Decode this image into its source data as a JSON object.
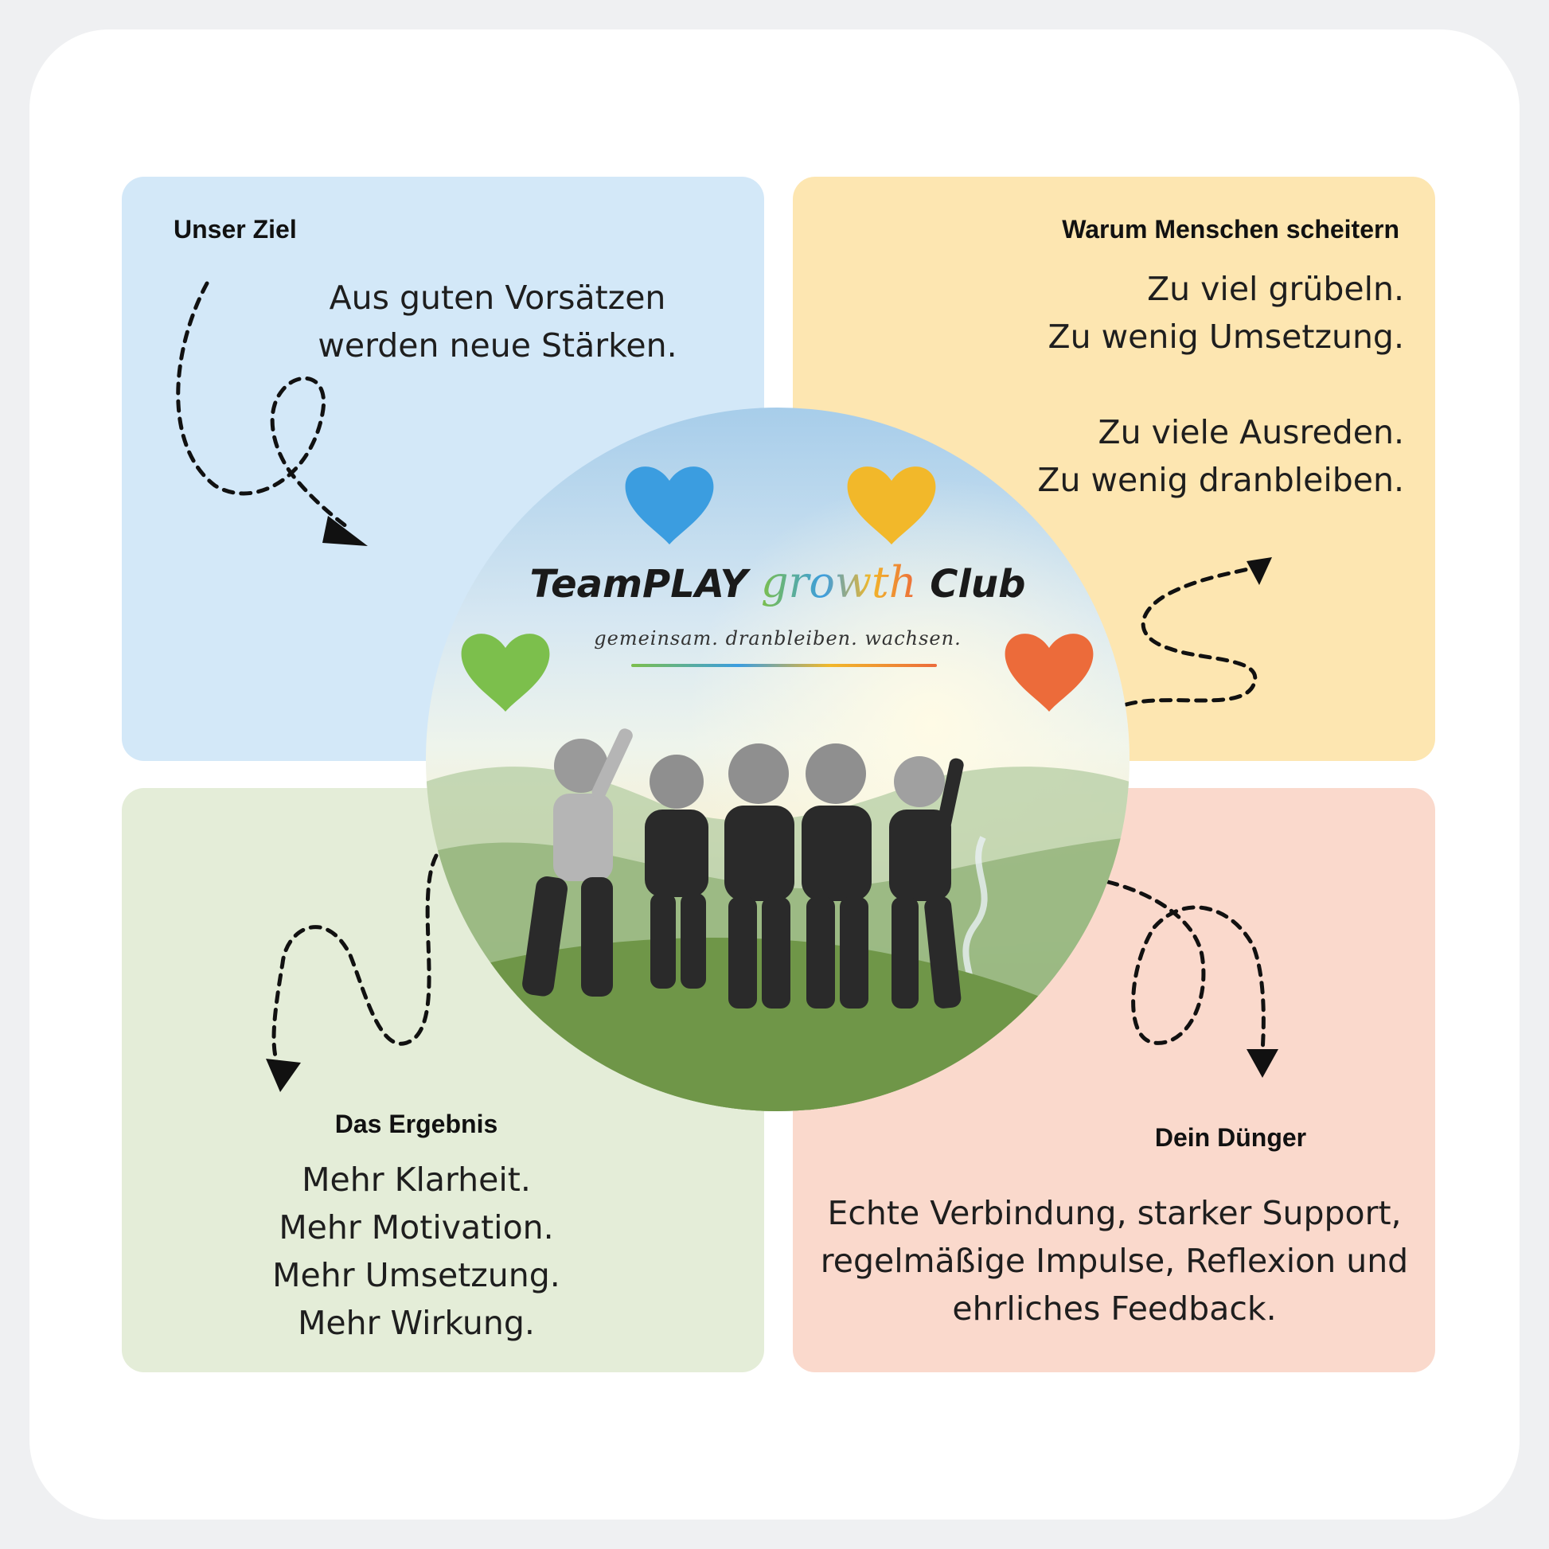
{
  "colors": {
    "goal": "#d3e8f8",
    "why": "#fde6b1",
    "result": "#e4edd8",
    "fertilizer": "#fad9cc",
    "heart_blue": "#3b9de0",
    "heart_yellow": "#f2b82a",
    "heart_green": "#7cbf4c",
    "heart_red": "#ec6b3a"
  },
  "goal": {
    "title": "Unser Ziel",
    "lines": [
      "Aus guten Vorsätzen",
      "werden neue Stärken."
    ]
  },
  "why": {
    "title": "Warum Menschen scheitern",
    "lines": [
      "Zu viel grübeln.",
      "Zu wenig Umsetzung.",
      "",
      "Zu viele Ausreden.",
      "Zu wenig dranbleiben."
    ]
  },
  "result": {
    "title": "Das Ergebnis",
    "lines": [
      "Mehr Klarheit.",
      "Mehr Motivation.",
      "Mehr Umsetzung.",
      "Mehr Wirkung."
    ]
  },
  "fertilizer": {
    "title": "Dein Dünger",
    "text": "Echte Verbindung, starker Support, regelmäßige Impulse, Reflexion und ehrliches Feedback."
  },
  "logo": {
    "name_prefix": "TeamPLAY",
    "name_highlight": "growth",
    "name_suffix": "Club",
    "tagline": "gemeinsam. dranbleiben. wachsen."
  },
  "icons": [
    "heart-icon",
    "dashed-arrow-icon"
  ]
}
